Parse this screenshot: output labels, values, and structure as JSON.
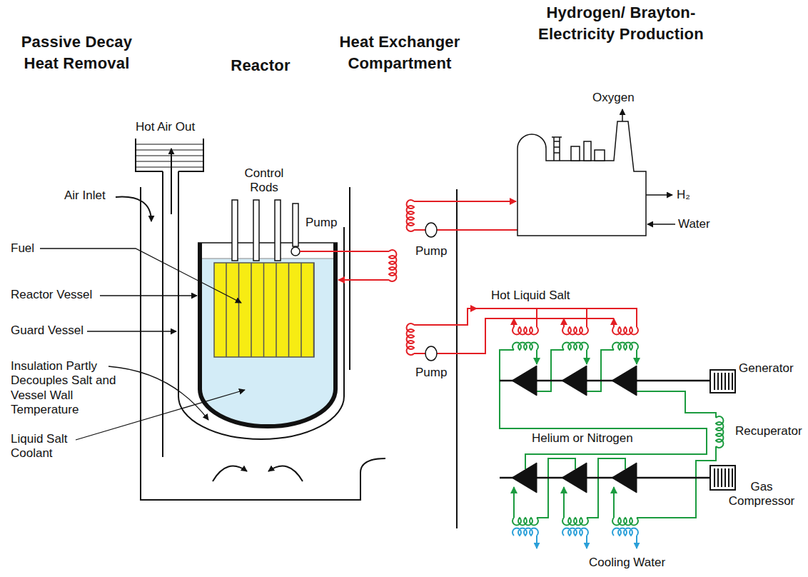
{
  "diagram": {
    "labels": [
      "Passive Decay Heat Removal",
      "Reactor",
      "Heat Exchanger Compartment",
      "Hydrogen/ Brayton-Electricity Production",
      "Hot Air Out",
      "Control Rods",
      "Air Inlet",
      "Pump",
      "Fuel",
      "Reactor Vessel",
      "Guard Vessel",
      "Insulation Partly Decouples Salt and Vessel Wall Temperature",
      "Liquid Salt Coolant",
      "Oxygen",
      "H₂",
      "Water",
      "Pump",
      "Hot Liquid Salt",
      "Pump",
      "Generator",
      "Helium or Nitrogen",
      "Recuperator",
      "Gas Compressor",
      "Cooling Water"
    ]
  }
}
